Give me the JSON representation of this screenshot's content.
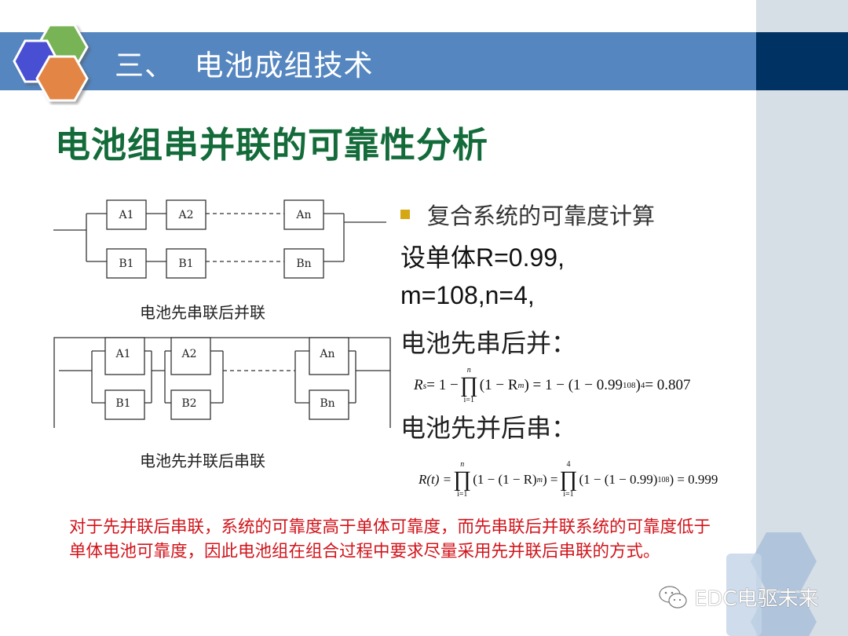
{
  "header": {
    "section_title": "三、  电池成组技术",
    "colors": {
      "bar": "#5586c0",
      "bar_dark": "#003263",
      "panel": "#d6dee6"
    },
    "logo_hexagons": [
      "#4a4fd3",
      "#78b356",
      "#e38644"
    ]
  },
  "slide": {
    "title": "电池组串并联的可靠性分析",
    "title_color": "#146b3a"
  },
  "diagram_series_parallel": {
    "top_row": [
      "A1",
      "A2",
      "An"
    ],
    "bottom_row": [
      "B1",
      "B1",
      "Bn"
    ],
    "caption": "电池先串联后并联"
  },
  "diagram_parallel_series": {
    "top_row": [
      "A1",
      "A2",
      "An"
    ],
    "bottom_row": [
      "B1",
      "B2",
      "Bn"
    ],
    "caption": "电池先并联后串联"
  },
  "calc": {
    "bullet": "复合系统的可靠度计算",
    "line1": "设单体R=0.99,",
    "line2": "m=108,n=4,",
    "heading_sp": "电池先串后并：",
    "heading_ps": "电池先并后串："
  },
  "formula_sp": {
    "lhs": "R",
    "lhs_sub": "s",
    "eq1": " = 1 − ",
    "prod_top": "n",
    "prod_bottom": "i=1",
    "term": "(1 − R",
    "term_sup": "m",
    "term_close": ") = 1 − (1 − 0.99",
    "sup_108": "108",
    "close2": ")",
    "sup_4": "4",
    "result": " = 0.807"
  },
  "formula_ps": {
    "lhs": "R(t) = ",
    "prod1_top": "n",
    "prod1_bottom": "i=1",
    "term1": "(1 − (1 − R)",
    "term1_sup": "m",
    "term1_close": ") = ",
    "prod2_top": "4",
    "prod2_bottom": "i=1",
    "term2": "(1 − (1 − 0.99)",
    "term2_sup": "108",
    "term2_close": ") = 0.999"
  },
  "conclusion": {
    "text": "对于先并联后串联，系统的可靠度高于单体可靠度，而先串联后并联系统的可靠度低于单体电池可靠度，因此电池组在组合过程中要求尽量采用先并联后串联的方式。",
    "color": "#d1141b"
  },
  "watermark": {
    "icon": "wechat-icon",
    "text": "EDC电驱未来"
  }
}
